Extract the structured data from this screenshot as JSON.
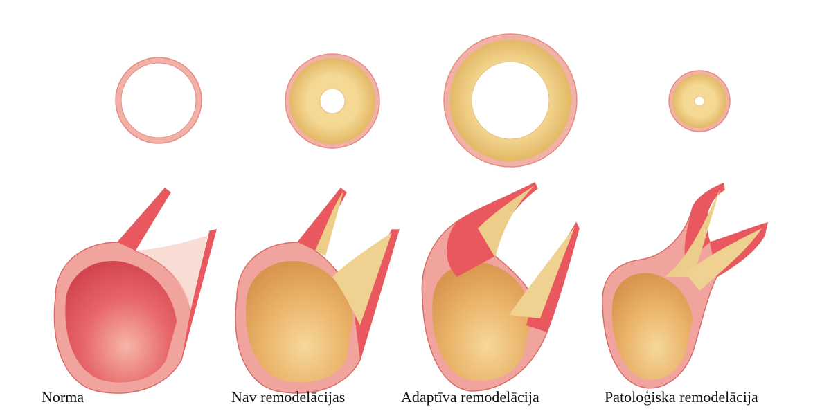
{
  "panels": [
    {
      "id": "norma",
      "label": "Norma"
    },
    {
      "id": "nav-remodelacijas",
      "label": "Nav remodelācijas"
    },
    {
      "id": "adaptiva-remodelacija",
      "label": "Adaptīva remodelācija"
    },
    {
      "id": "patologiska-remodelacija",
      "label": "Patoloģiska remodelācija"
    }
  ],
  "colors": {
    "vessel_wall": "#f2a9a0",
    "vessel_wall_edge": "#e07d75",
    "vessel_inner": "#e7585e",
    "plaque": "#eecd85",
    "plaque_dark": "#d9a24d",
    "lumen": "#ffffff",
    "label_text": "#111111"
  }
}
